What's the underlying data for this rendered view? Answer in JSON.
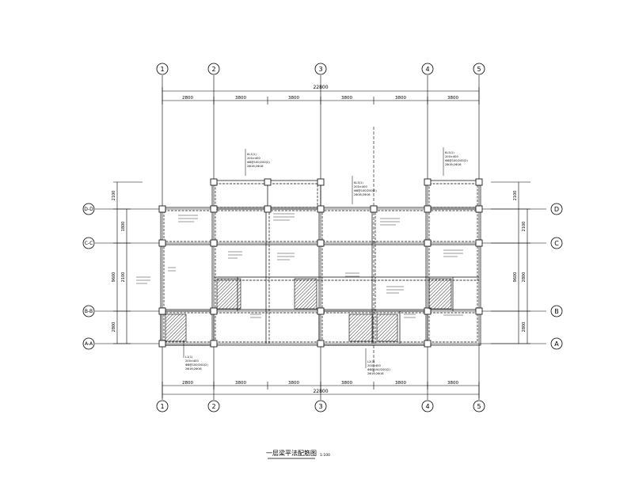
{
  "drawing": {
    "title": "一层梁平法配筋图",
    "scale": "1:100"
  },
  "grid_axes": {
    "vertical": [
      "1",
      "2",
      "3",
      "4",
      "5"
    ],
    "horizontal_left": [
      "D-D",
      "C-C",
      "B-B",
      "A-A"
    ],
    "horizontal_right": [
      "D",
      "C",
      "B",
      "A"
    ]
  },
  "dimensions": {
    "top_total": "22800",
    "top_segments": [
      "2800",
      "3800",
      "3800",
      "3800",
      "3800",
      "3800"
    ],
    "bottom_total": "22800",
    "bottom_segments": [
      "2800",
      "3800",
      "3800",
      "3800",
      "3800",
      "3800"
    ],
    "left_total": "9600",
    "left_segments": [
      "2100",
      "1800",
      "2100",
      "2800"
    ],
    "right_total": "9600",
    "right_segments": [
      "2100",
      "2100",
      "2800",
      "2800"
    ]
  },
  "beam_labels": {
    "top_left": [
      "KL1(1)",
      "200×400",
      "Φ8@100/200(2)",
      "2Φ16;2Φ16"
    ],
    "top_mid": [
      "KL3(1)",
      "200×400",
      "Φ8@100/200(2)",
      "2Φ16;2Φ16"
    ],
    "top_right": [
      "KL5(1)",
      "200×400",
      "Φ8@100/200(2)",
      "2Φ16;2Φ16"
    ],
    "bottom_left": [
      "L1(1)",
      "200×400",
      "Φ8@100/200(2)",
      "2Φ16;2Φ16"
    ],
    "bottom_mid": [
      "L2(1)",
      "200×400",
      "Φ8@100/200(2)",
      "2Φ16;2Φ16"
    ]
  }
}
